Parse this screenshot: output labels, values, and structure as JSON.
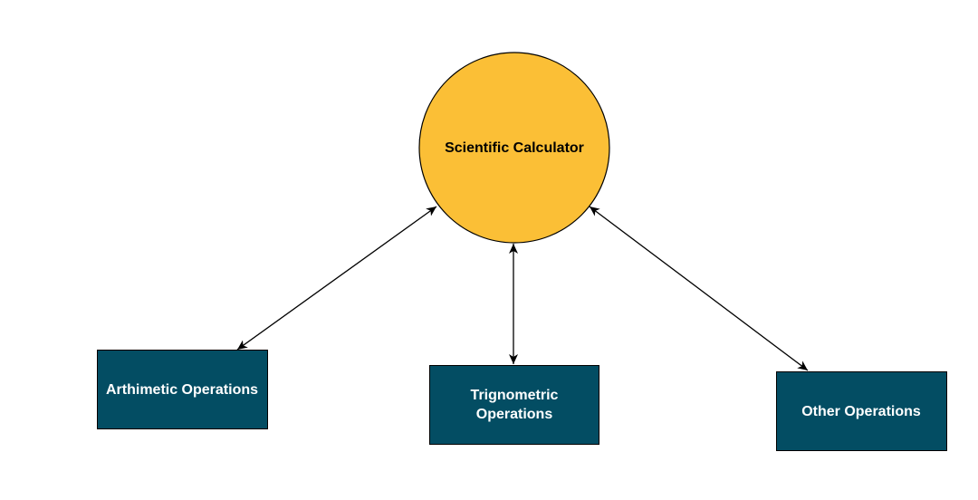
{
  "colors": {
    "background": "#ffffff",
    "center_fill": "#FBBF36",
    "box_fill": "#034D63",
    "stroke": "#000000",
    "box_text": "#ffffff",
    "center_text": "#000000"
  },
  "center_node": {
    "label": "Scientific Calculator"
  },
  "nodes": [
    {
      "id": "arithmetic",
      "label": "Arthimetic Operations"
    },
    {
      "id": "trigonometric",
      "label": "Trignometric Operations"
    },
    {
      "id": "other",
      "label": "Other Operations"
    }
  ],
  "edges": [
    {
      "from": "center",
      "to": "arithmetic",
      "direction": "both"
    },
    {
      "from": "center",
      "to": "trigonometric",
      "direction": "both"
    },
    {
      "from": "center",
      "to": "other",
      "direction": "both"
    }
  ]
}
